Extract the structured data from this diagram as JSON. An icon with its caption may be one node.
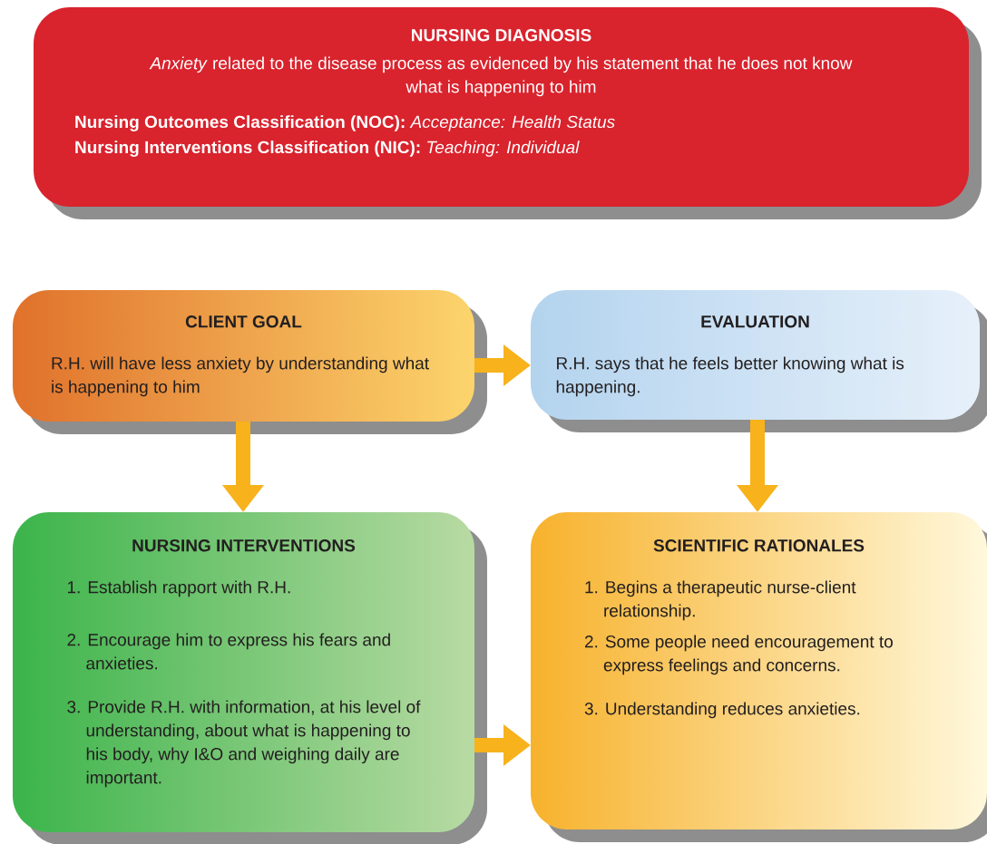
{
  "diagram": {
    "nodes": [
      {
        "text": [
          "NURSING DIAGNOSIS",
          "*Anxiety* related to the disease process as evidenced by his statement that he does not know what is happening to him",
          "**Nursing Outcomes Classification (NOC):** *Acceptance: Health Status*",
          "**Nursing Interventions Classification (NIC):** *Teaching: Individual*"
        ]
      },
      {
        "text": [
          "CLIENT GOAL",
          "R.H. will have less anxiety by understanding what is happening to him"
        ]
      },
      {
        "text": [
          "EVALUATION",
          "R.H. says that he feels better knowing what is happening."
        ]
      },
      {
        "text": [
          "NURSING INTERVENTIONS",
          "1. Establish rapport with R.H.",
          "2. Encourage him to express his fears and anxieties.",
          "3. Provide R.H. with information, at his level of understanding, about what is happening to his body, why I&O and weighing daily are important."
        ]
      },
      {
        "text": [
          "SCIENTIFIC RATIONALES",
          "1. Begins a therapeutic nurse-client relationship.",
          "2. Some people need encouragement to express feelings and concerns.",
          "3. Understanding reduces anxieties."
        ]
      }
    ],
    "edges": [
      {
        "from": 1,
        "to": 2,
        "arrow": "to"
      },
      {
        "from": 1,
        "to": 3,
        "arrow": "to"
      },
      {
        "from": 2,
        "to": 4,
        "arrow": "to"
      },
      {
        "from": 3,
        "to": 4,
        "arrow": "to"
      }
    ]
  }
}
